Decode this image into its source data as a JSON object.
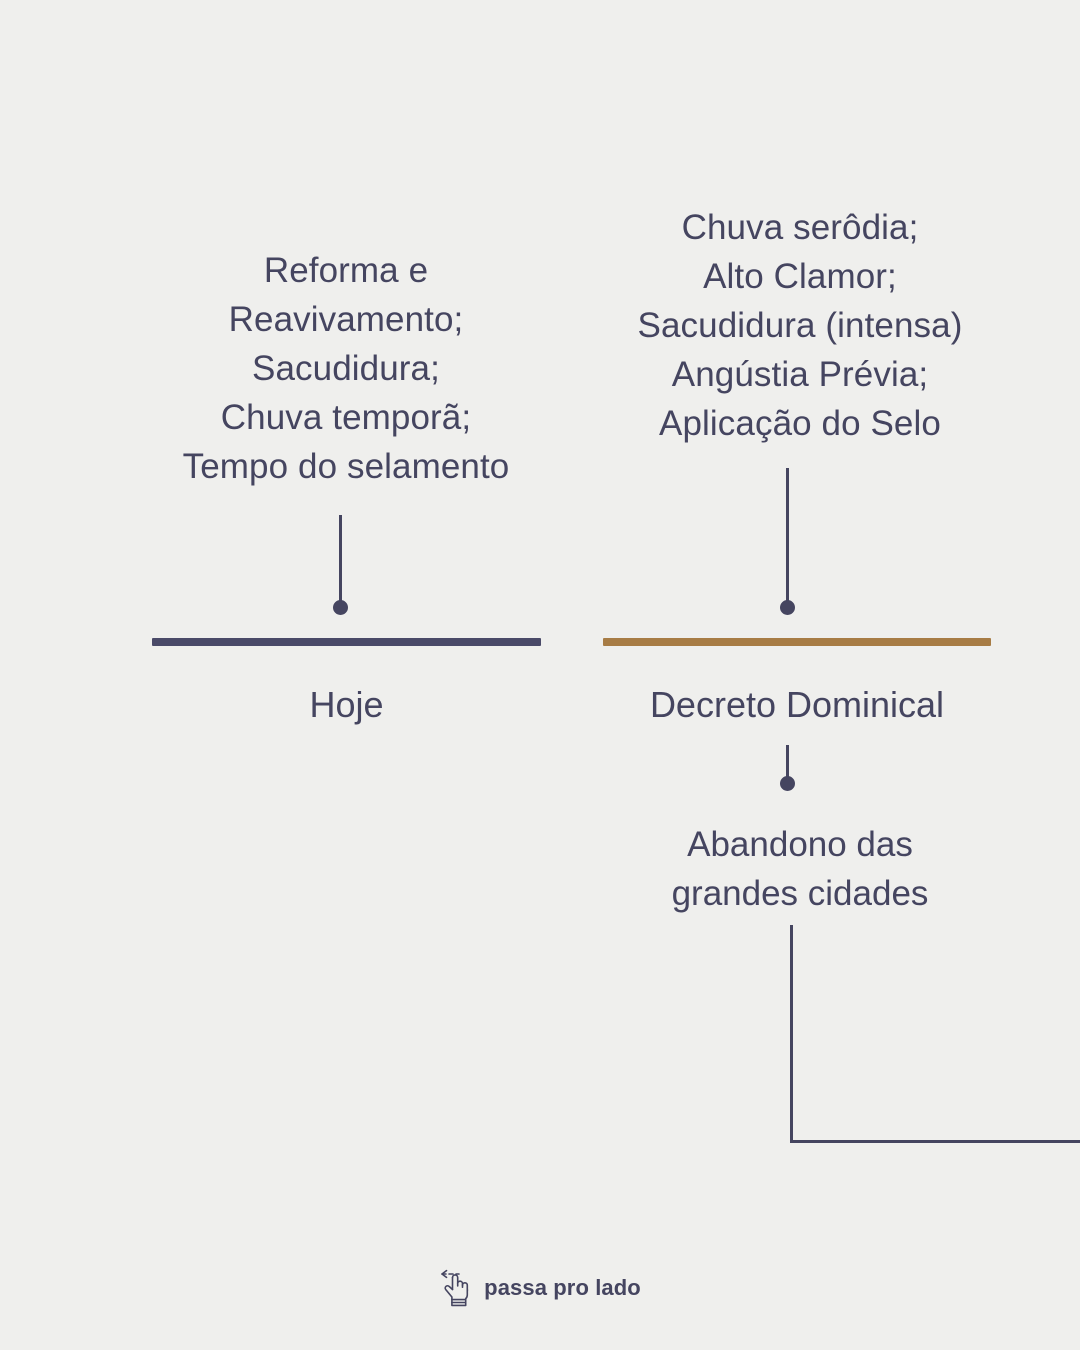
{
  "theme": {
    "background": "#efefed",
    "text_color": "#454560",
    "navy_accent": "#4a4a68",
    "gold_accent": "#a77c45"
  },
  "timeline": {
    "left_column": {
      "events": [
        "Reforma e",
        "Reavivamento;",
        "Sacudidura;",
        "Chuva temporã;",
        "Tempo do selamento"
      ],
      "milestone_label": "Hoje",
      "bar_color": "#4a4a68"
    },
    "right_column": {
      "events": [
        "Chuva serôdia;",
        "Alto Clamor;",
        "Sacudidura (intensa)",
        "Angústia Prévia;",
        "Aplicação do Selo"
      ],
      "milestone_label": "Decreto Dominical",
      "bar_color": "#a77c45",
      "outcome": [
        "Abandono das",
        "grandes cidades"
      ]
    }
  },
  "footer": {
    "icon": "swipe-left-hand-icon",
    "label": "passa pro lado"
  }
}
